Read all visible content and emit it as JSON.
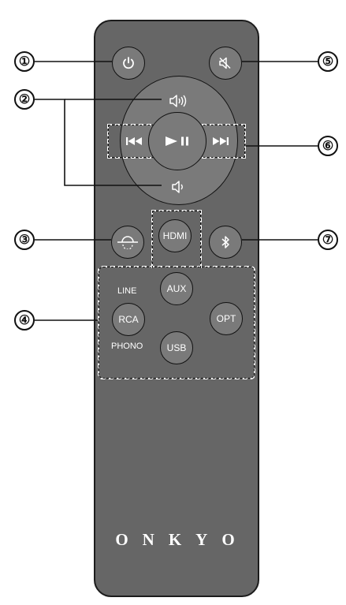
{
  "colors": {
    "remote_body": "#666666",
    "button_fill": "#7a7a7a",
    "outline": "#111111",
    "text": "#ffffff"
  },
  "buttons": {
    "power": {
      "icon": "power-icon"
    },
    "mute": {
      "icon": "mute-icon"
    },
    "volume_up": {
      "icon": "volume-up-icon"
    },
    "volume_down": {
      "icon": "volume-down-icon"
    },
    "previous": {
      "icon": "skip-previous-icon"
    },
    "play_pause": {
      "icon": "play-pause-icon"
    },
    "next": {
      "icon": "skip-next-icon"
    },
    "dimmer": {
      "icon": "dimmer-icon"
    },
    "hdmi": {
      "label": "HDMI"
    },
    "bluetooth": {
      "icon": "bluetooth-icon"
    },
    "aux": {
      "label": "AUX"
    },
    "rca": {
      "label": "RCA"
    },
    "opt": {
      "label": "OPT"
    },
    "usb": {
      "label": "USB"
    }
  },
  "rca_labels": {
    "line": "LINE",
    "phono": "PHONO"
  },
  "callouts": [
    "①",
    "②",
    "③",
    "④",
    "⑤",
    "⑥",
    "⑦"
  ],
  "logo": "ONKYO"
}
